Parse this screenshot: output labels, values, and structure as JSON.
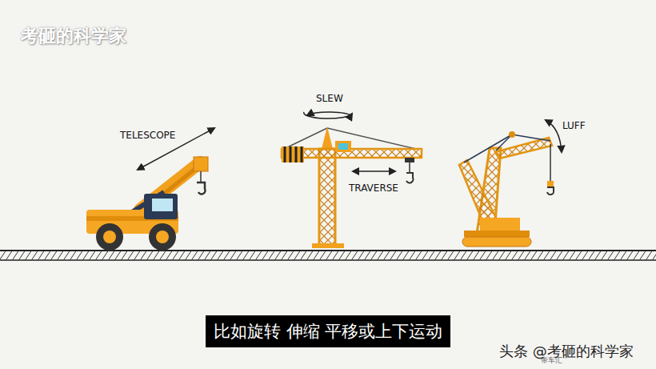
{
  "diagram": {
    "nodes": [
      {
        "text": [
          "比如旋转 伸缩 平移或上下运动"
        ]
      }
    ],
    "labels": [
      "考砸的科学家",
      "TELESCOPE",
      "SLEW",
      "TRAVERSE",
      "LUFF",
      "头条 @考砸的科学家",
      "帝车汇"
    ]
  }
}
